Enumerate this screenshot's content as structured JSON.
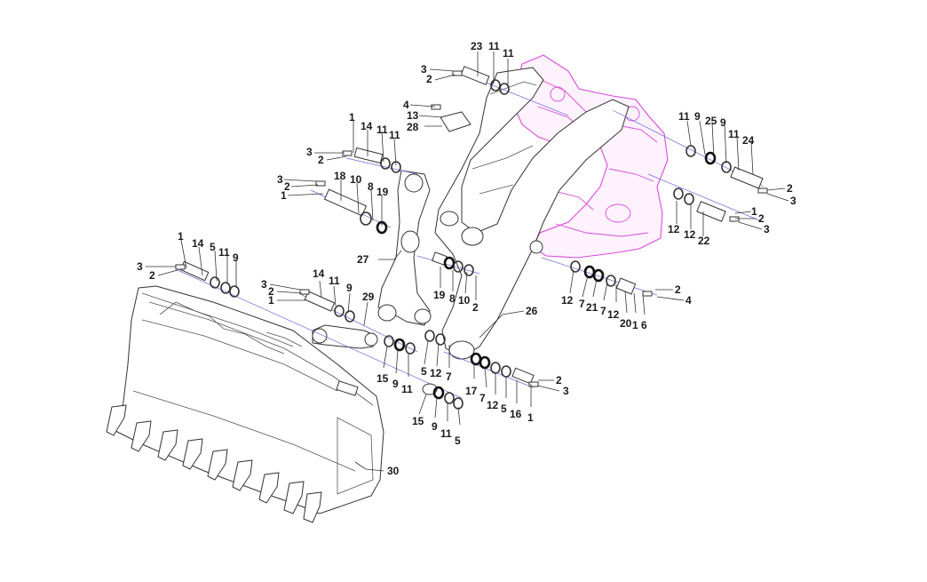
{
  "labels": [
    {
      "id": "l1",
      "text": "23"
    },
    {
      "id": "l2",
      "text": "11"
    },
    {
      "id": "l3",
      "text": "11"
    },
    {
      "id": "l4",
      "text": "3"
    },
    {
      "id": "l5",
      "text": "2"
    },
    {
      "id": "l6",
      "text": "4"
    },
    {
      "id": "l7",
      "text": "13"
    },
    {
      "id": "l8",
      "text": "28"
    },
    {
      "id": "l9",
      "text": "1"
    },
    {
      "id": "l10",
      "text": "14"
    },
    {
      "id": "l11",
      "text": "11"
    },
    {
      "id": "l12",
      "text": "11"
    },
    {
      "id": "l13",
      "text": "3"
    },
    {
      "id": "l14",
      "text": "2"
    },
    {
      "id": "l15",
      "text": "18"
    },
    {
      "id": "l16",
      "text": "3"
    },
    {
      "id": "l17",
      "text": "2"
    },
    {
      "id": "l18",
      "text": "1"
    },
    {
      "id": "l19",
      "text": "10"
    },
    {
      "id": "l20",
      "text": "8"
    },
    {
      "id": "l21",
      "text": "19"
    },
    {
      "id": "l22",
      "text": "11"
    },
    {
      "id": "l23",
      "text": "9"
    },
    {
      "id": "l24",
      "text": "25"
    },
    {
      "id": "l25",
      "text": "9"
    },
    {
      "id": "l26",
      "text": "11"
    },
    {
      "id": "l27",
      "text": "24"
    },
    {
      "id": "l28",
      "text": "2"
    },
    {
      "id": "l29",
      "text": "3"
    },
    {
      "id": "l30",
      "text": "1"
    },
    {
      "id": "l31",
      "text": "2"
    },
    {
      "id": "l32",
      "text": "3"
    },
    {
      "id": "l33",
      "text": "12"
    },
    {
      "id": "l34",
      "text": "12"
    },
    {
      "id": "l35",
      "text": "22"
    },
    {
      "id": "l36",
      "text": "1"
    },
    {
      "id": "l37",
      "text": "14"
    },
    {
      "id": "l38",
      "text": "5"
    },
    {
      "id": "l39",
      "text": "11"
    },
    {
      "id": "l40",
      "text": "9"
    },
    {
      "id": "l41",
      "text": "3"
    },
    {
      "id": "l42",
      "text": "2"
    },
    {
      "id": "l43",
      "text": "27"
    },
    {
      "id": "l44",
      "text": "14"
    },
    {
      "id": "l45",
      "text": "11"
    },
    {
      "id": "l46",
      "text": "3"
    },
    {
      "id": "l47",
      "text": "2"
    },
    {
      "id": "l48",
      "text": "9"
    },
    {
      "id": "l49",
      "text": "1"
    },
    {
      "id": "l50",
      "text": "29"
    },
    {
      "id": "l51",
      "text": "19"
    },
    {
      "id": "l52",
      "text": "8"
    },
    {
      "id": "l53",
      "text": "10"
    },
    {
      "id": "l54",
      "text": "2"
    },
    {
      "id": "l55",
      "text": "26"
    },
    {
      "id": "l56",
      "text": "2"
    },
    {
      "id": "l57",
      "text": "4"
    },
    {
      "id": "l58",
      "text": "12"
    },
    {
      "id": "l59",
      "text": "7"
    },
    {
      "id": "l60",
      "text": "21"
    },
    {
      "id": "l61",
      "text": "7"
    },
    {
      "id": "l62",
      "text": "12"
    },
    {
      "id": "l63",
      "text": "20"
    },
    {
      "id": "l64",
      "text": "1"
    },
    {
      "id": "l65",
      "text": "6"
    },
    {
      "id": "l66",
      "text": "5"
    },
    {
      "id": "l67",
      "text": "12"
    },
    {
      "id": "l68",
      "text": "7"
    },
    {
      "id": "l69",
      "text": "15"
    },
    {
      "id": "l70",
      "text": "9"
    },
    {
      "id": "l71",
      "text": "11"
    },
    {
      "id": "l72",
      "text": "17"
    },
    {
      "id": "l73",
      "text": "7"
    },
    {
      "id": "l74",
      "text": "12"
    },
    {
      "id": "l75",
      "text": "5"
    },
    {
      "id": "l76",
      "text": "16"
    },
    {
      "id": "l77",
      "text": "1"
    },
    {
      "id": "l78",
      "text": "2"
    },
    {
      "id": "l79",
      "text": "3"
    },
    {
      "id": "l80",
      "text": "15"
    },
    {
      "id": "l81",
      "text": "9"
    },
    {
      "id": "l82",
      "text": "11"
    },
    {
      "id": "l83",
      "text": "5"
    },
    {
      "id": "l84",
      "text": "30"
    }
  ],
  "colors": {
    "frame": "#d94ad9",
    "axis": "#6b6bd6",
    "ink": "#333333"
  }
}
